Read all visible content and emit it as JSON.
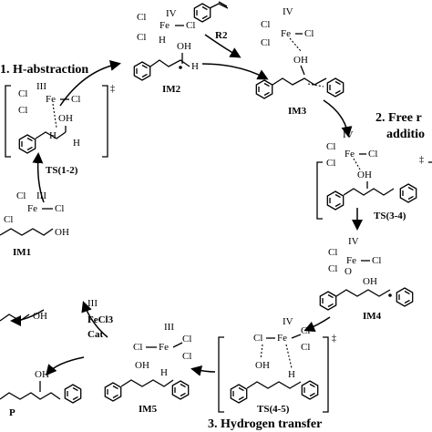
{
  "labels": {
    "step1": "1. H-abstraction",
    "step2_a": "2. Free r",
    "step2_b": "additio",
    "step3": "3. Hydrogen transfer",
    "im1": "IM1",
    "im2": "IM2",
    "im3": "IM3",
    "im4": "IM4",
    "im5": "IM5",
    "r2": "R2",
    "p": "P",
    "ts12": "TS(1-2)",
    "ts34": "TS(3-4)",
    "ts45": "TS(4-5)",
    "catalyst_ox": "III",
    "catalyst_formula": "FeCl3",
    "catalyst_note": "Cat",
    "dagger": "‡"
  },
  "atoms": {
    "fe": "Fe",
    "cl": "Cl",
    "oh": "OH",
    "o": "O",
    "h": "H",
    "iv": "IV",
    "iii": "III"
  }
}
